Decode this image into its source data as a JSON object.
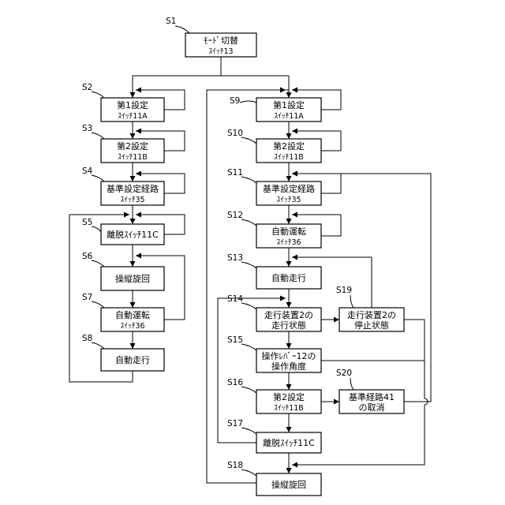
{
  "steps": {
    "s1": {
      "label": "S1",
      "line1": "ﾓｰﾄﾞ切替",
      "line2": "ｽｲｯﾁ13"
    },
    "s2": {
      "label": "S2",
      "line1": "第1設定",
      "line2": "ｽｲｯﾁ11A"
    },
    "s3": {
      "label": "S3",
      "line1": "第2設定",
      "line2": "ｽｲｯﾁ11B"
    },
    "s4": {
      "label": "S4",
      "line1": "基準設定経路",
      "line2": "ｽｲｯﾁ35"
    },
    "s5": {
      "label": "S5",
      "line1": "離脱ｽｲｯﾁ11C"
    },
    "s6": {
      "label": "S6",
      "line1": "操縦旋回"
    },
    "s7": {
      "label": "S7",
      "line1": "自動運転",
      "line2": "ｽｲｯﾁ36"
    },
    "s8": {
      "label": "S8",
      "line1": "自動走行"
    },
    "s9": {
      "label": "S9",
      "line1": "第1設定",
      "line2": "ｽｲｯﾁ11A"
    },
    "s10": {
      "label": "S10",
      "line1": "第2設定",
      "line2": "ｽｲｯﾁ11B"
    },
    "s11": {
      "label": "S11",
      "line1": "基準設定経路",
      "line2": "ｽｲｯﾁ35"
    },
    "s12": {
      "label": "S12",
      "line1": "自動運転",
      "line2": "ｽｲｯﾁ36"
    },
    "s13": {
      "label": "S13",
      "line1": "自動走行"
    },
    "s14": {
      "label": "S14",
      "line1": "走行装置2の",
      "line2": "走行状態"
    },
    "s15": {
      "label": "S15",
      "line1": "操作ﾚﾊﾞｰ12の",
      "line2": "操作角度"
    },
    "s16": {
      "label": "S16",
      "line1": "第2設定",
      "line2": "ｽｲｯﾁ11B"
    },
    "s17": {
      "label": "S17",
      "line1": "離脱ｽｲｯﾁ11C"
    },
    "s18": {
      "label": "S18",
      "line1": "操縦旋回"
    },
    "s19": {
      "label": "S19",
      "line1": "走行装置2の",
      "line2": "停止状態"
    },
    "s20": {
      "label": "S20",
      "line1": "基準経路41",
      "line2": "の取消"
    }
  }
}
